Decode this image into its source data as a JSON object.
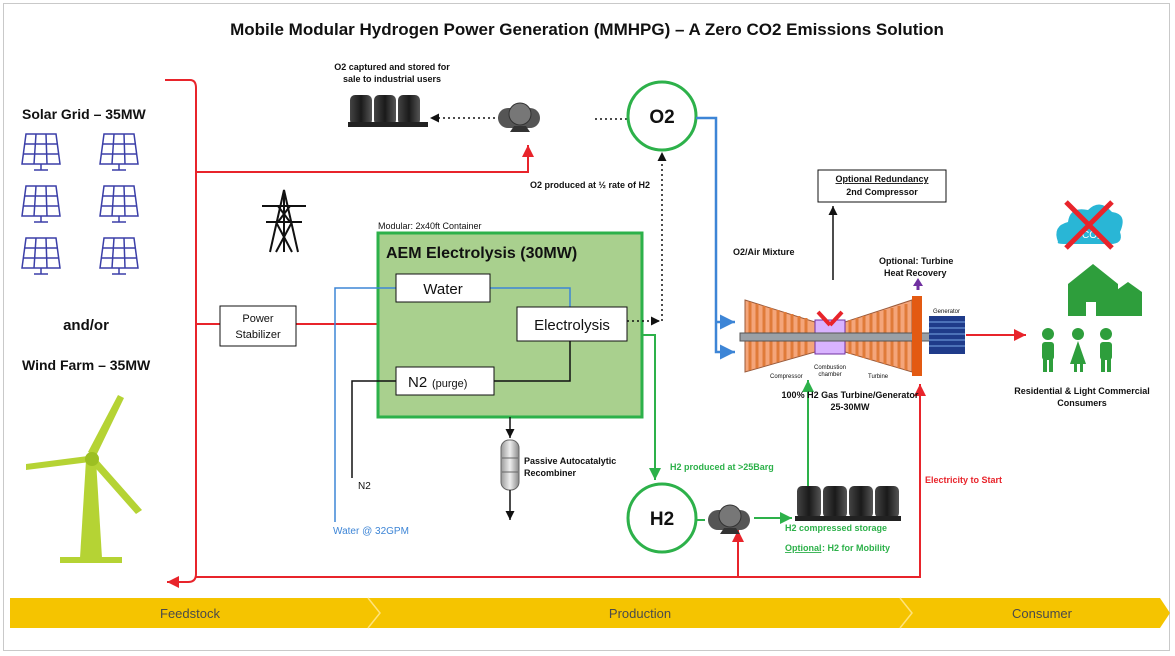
{
  "title": "Mobile Modular Hydrogen Power Generation (MMHPG) – A Zero CO2 Emissions Solution",
  "sources": {
    "solar": "Solar Grid – 35MW",
    "andor": "and/or",
    "wind": "Wind Farm – 35MW"
  },
  "stabilizer": [
    "Power",
    "Stabilizer"
  ],
  "electrolysis": {
    "container_note": "Modular: 2x40ft Container",
    "title": "AEM Electrolysis (30MW)",
    "water": "Water",
    "electrolysis": "Electrolysis",
    "n2": "N2",
    "n2_suffix": "(purge)"
  },
  "inputs": {
    "n2": "N2",
    "water": "Water @ 32GPM"
  },
  "o2": {
    "label": "O2",
    "captured": [
      "O2 captured and stored for",
      "sale to industrial users"
    ],
    "rate": "O2 produced at ½ rate of H2",
    "mixture": "O2/Air Mixture"
  },
  "h2": {
    "label": "H2",
    "produced": "H2 produced at >25Barg",
    "storage": "H2 compressed storage",
    "optional_prefix": "Optional",
    "optional_rest": ": H2 for Mobility"
  },
  "recombiner": [
    "Passive Autocatalytic",
    "Recombiner"
  ],
  "turbine": {
    "redundancy_title": "Optional Redundancy",
    "redundancy_line": "2nd Compressor",
    "heat_recovery": [
      "Optional: Turbine",
      "Heat Recovery"
    ],
    "caption": [
      "100% H2 Gas Turbine/Generator",
      "25-30MW"
    ],
    "compressor": "Compressor",
    "combustion": [
      "Combustion",
      "chamber"
    ],
    "turbine": "Turbine",
    "generator": "Generator",
    "start": "Electricity to Start"
  },
  "consumers": [
    "Residential & Light Commercial",
    "Consumers"
  ],
  "stages": [
    "Feedstock",
    "Production",
    "Consumer"
  ],
  "colors": {
    "red": "#e8242b",
    "blue": "#3d85d6",
    "green": "#2db14a",
    "green_box": "#a9d08e",
    "navy": "#3b3fa8",
    "lime": "#b5d334",
    "gold": "#f5c400",
    "house": "#2e9e3c"
  }
}
